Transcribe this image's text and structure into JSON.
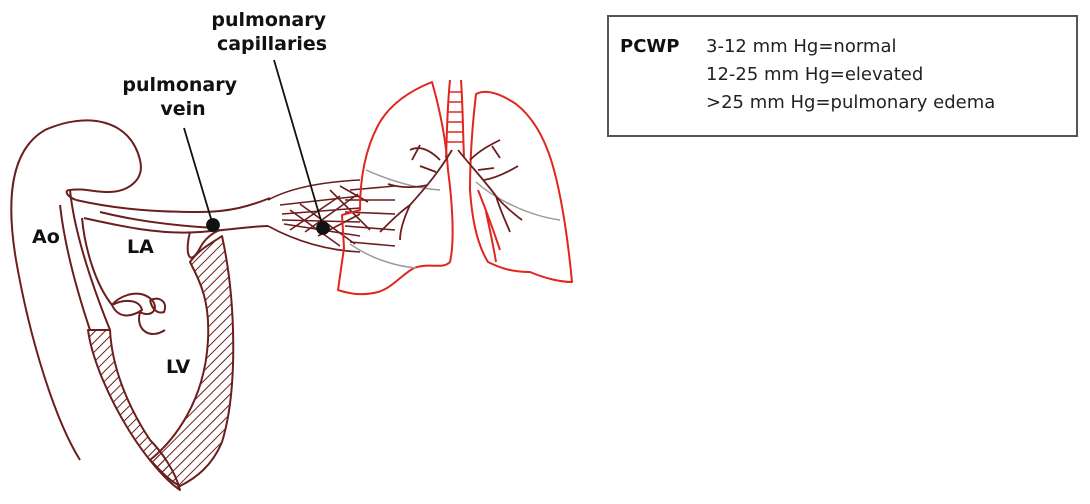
{
  "labels": {
    "ao": "Ao",
    "la": "LA",
    "lv": "LV",
    "pulmonary_vein_line1": "pulmonary",
    "pulmonary_vein_line2": "vein",
    "pulmonary_capillaries_line1": "pulmonary",
    "pulmonary_capillaries_line2": "capillaries"
  },
  "pcwp_box": {
    "title": "PCWP",
    "ranges": [
      "3-12 mm Hg=normal",
      "12-25 mm Hg=elevated",
      ">25 mm Hg=pulmonary edema"
    ]
  },
  "colors": {
    "heart_outline": "#6b1e1e",
    "lung_outline": "#e0261f",
    "interlobar_fissure": "#9a9a9a",
    "text": "#111111",
    "box_border": "#555555"
  }
}
